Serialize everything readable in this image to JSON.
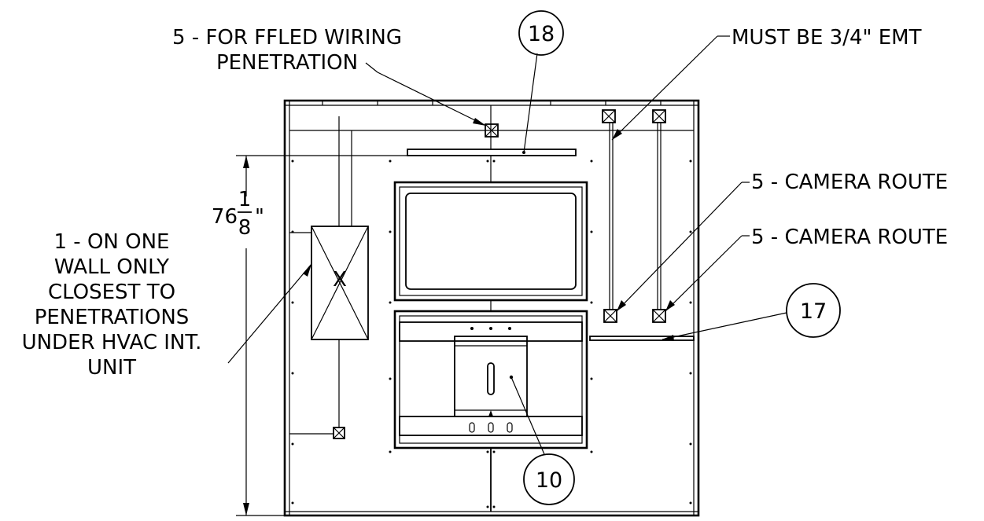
{
  "labels": {
    "ffled_line1": "5 - FOR FFLED WIRING",
    "ffled_line2": "PENETRATION",
    "emt": "MUST BE 3/4\" EMT",
    "camera_route_1": "5 - CAMERA ROUTE",
    "camera_route_2": "5 - CAMERA ROUTE",
    "wall_note": [
      "1 - ON ONE",
      "WALL ONLY",
      "CLOSEST TO",
      "PENETRATIONS",
      "UNDER HVAC INT.",
      "UNIT"
    ],
    "hvac_mark": "X"
  },
  "dimension": {
    "whole": "76",
    "numerator": "1",
    "denominator": "8",
    "unit": "\""
  },
  "balloons": [
    "18",
    "17",
    "10"
  ]
}
